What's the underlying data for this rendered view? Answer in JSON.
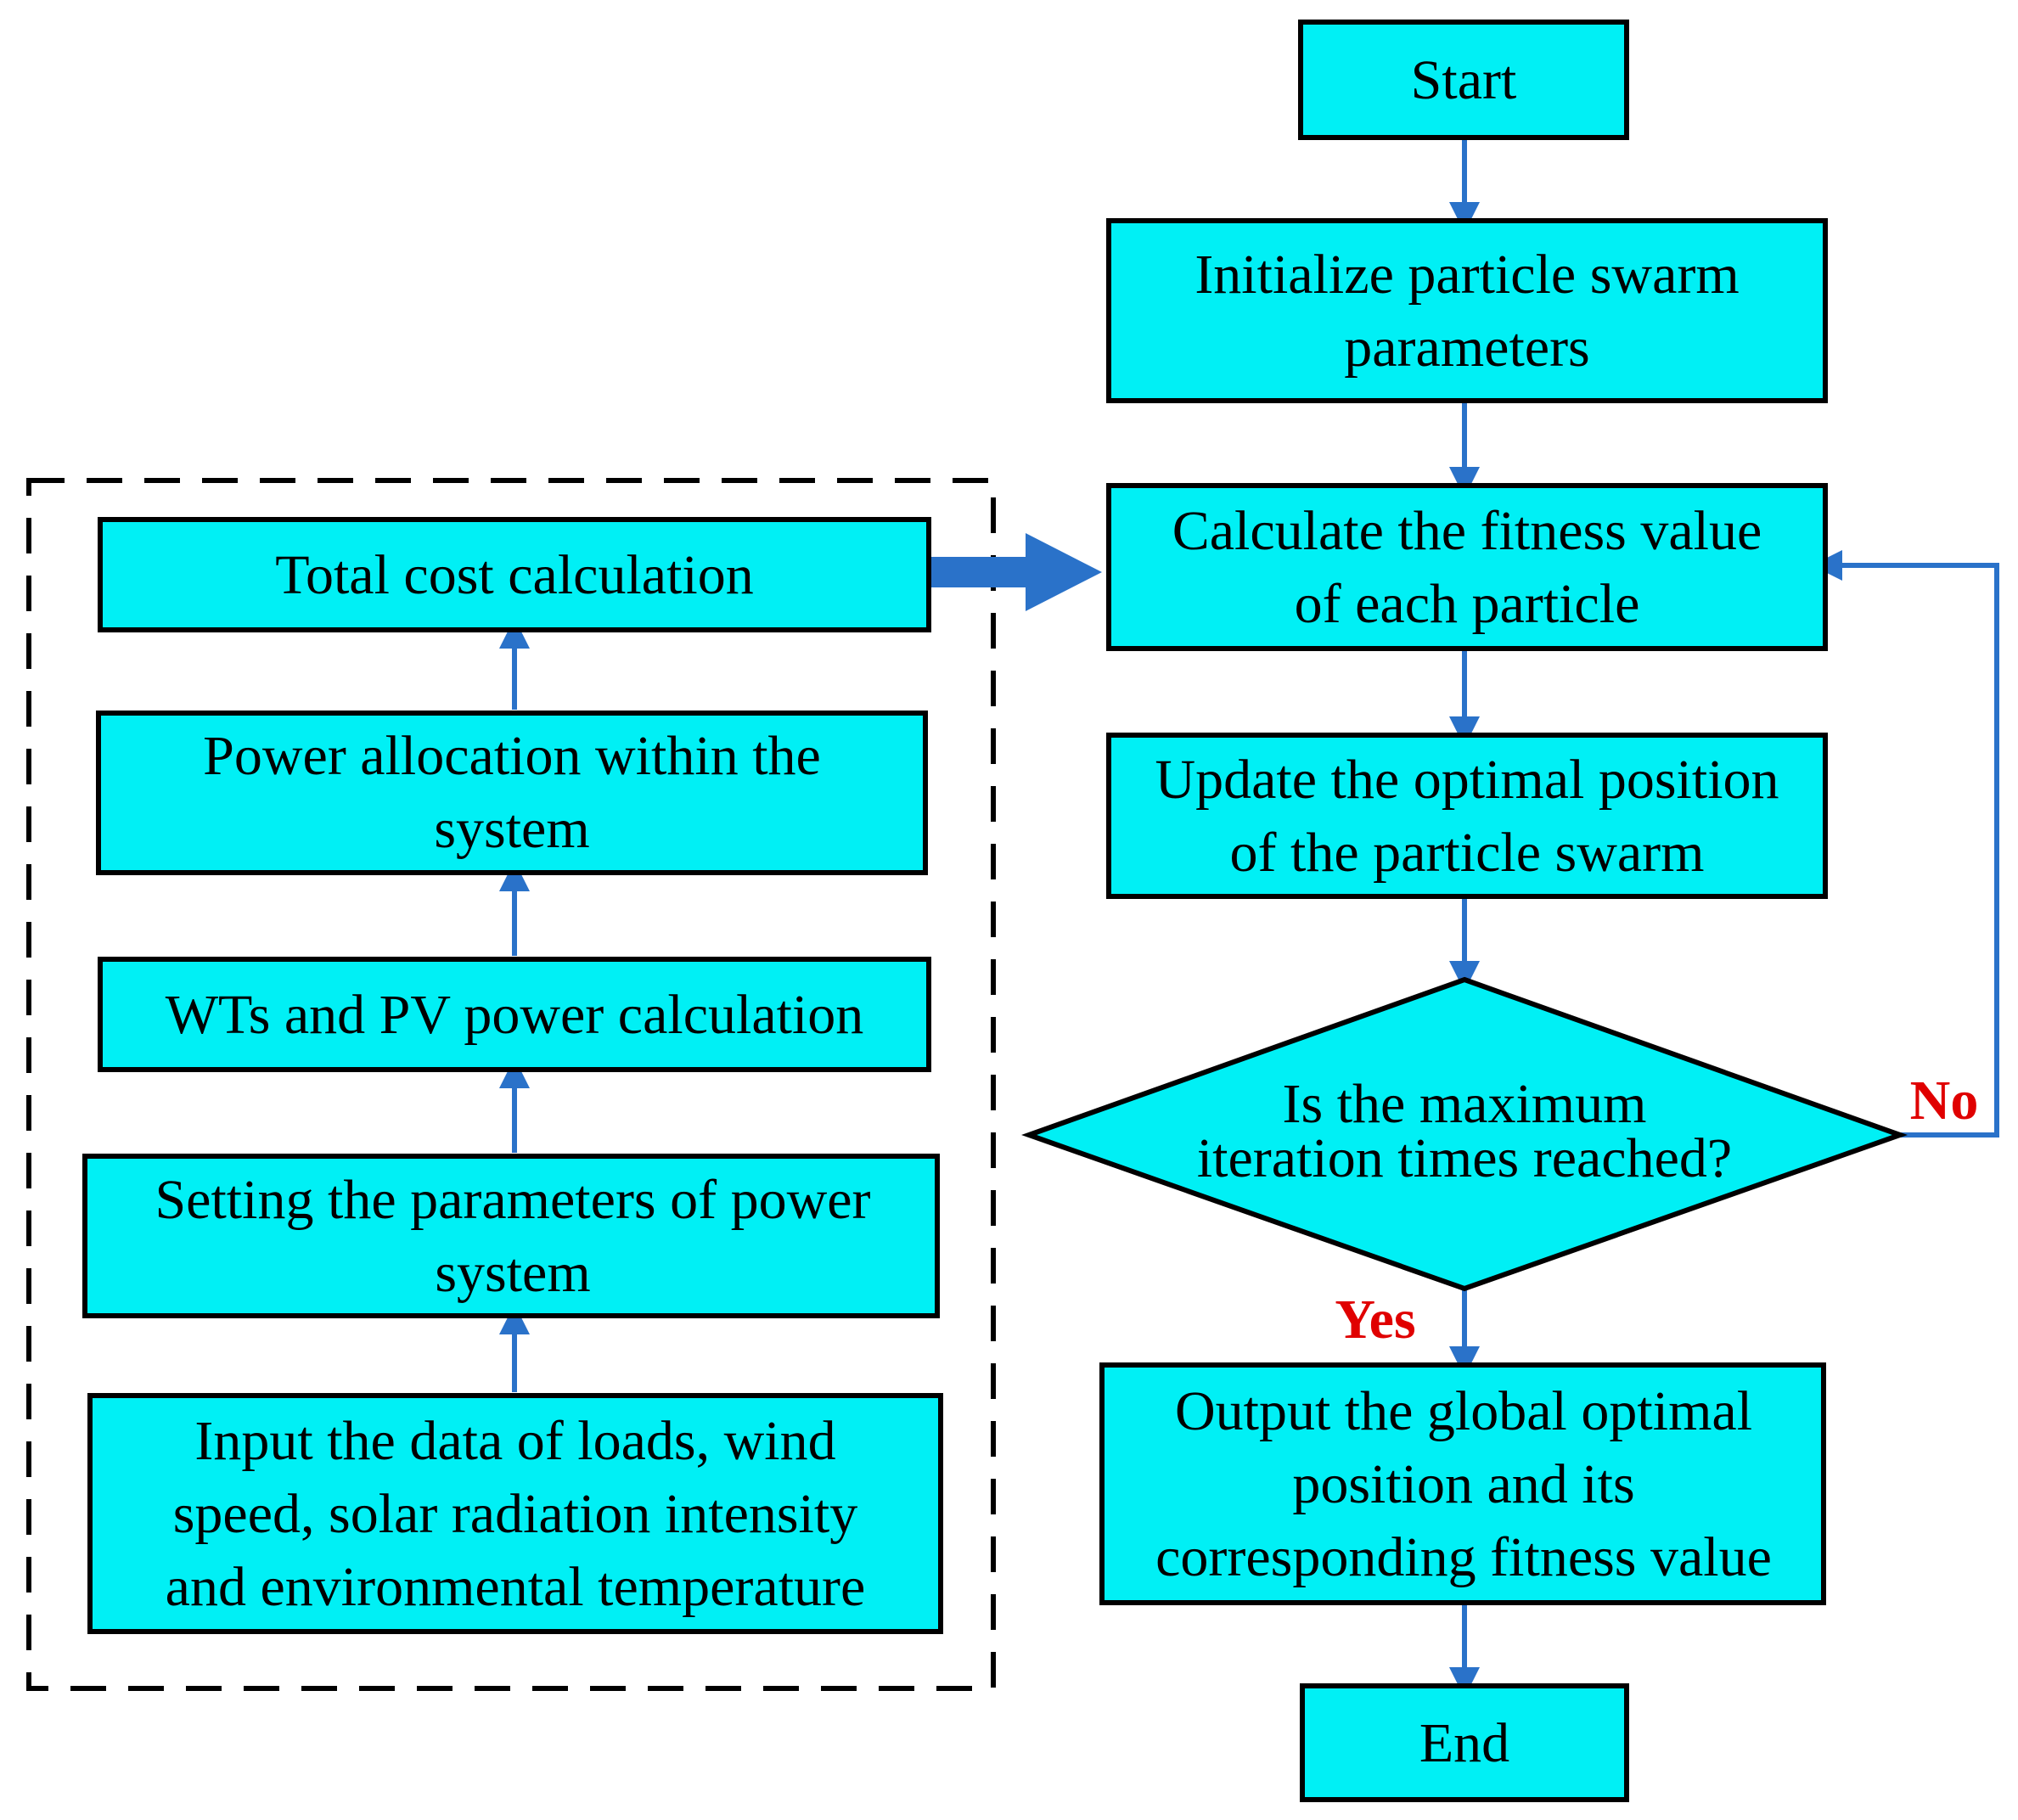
{
  "colors": {
    "box_fill": "#00f0f5",
    "box_stroke": "#000000",
    "connector": "#2a72c9",
    "branch_label": "#e00000",
    "dashed_frame": "#000000"
  },
  "right_column": {
    "start": [
      "Start"
    ],
    "init": [
      "Initialize particle swarm",
      "parameters"
    ],
    "fitness": [
      "Calculate the fitness value",
      "of each particle"
    ],
    "update": [
      "Update the optimal position",
      "of the particle swarm"
    ],
    "decision": [
      "Is the maximum",
      "iteration times reached?"
    ],
    "output": [
      "Output the global optimal",
      "position and its",
      "corresponding fitness value"
    ],
    "end": [
      "End"
    ]
  },
  "left_column": {
    "total_cost": [
      "Total cost calculation"
    ],
    "power_allocation": [
      "Power allocation within the",
      "system"
    ],
    "wt_pv": [
      "WTs and PV power calculation"
    ],
    "setting": [
      "Setting the parameters of power",
      "system"
    ],
    "input": [
      "Input the data of loads, wind",
      "speed, solar radiation intensity",
      "and environmental temperature"
    ]
  },
  "branch_labels": {
    "no": "No",
    "yes": "Yes"
  }
}
